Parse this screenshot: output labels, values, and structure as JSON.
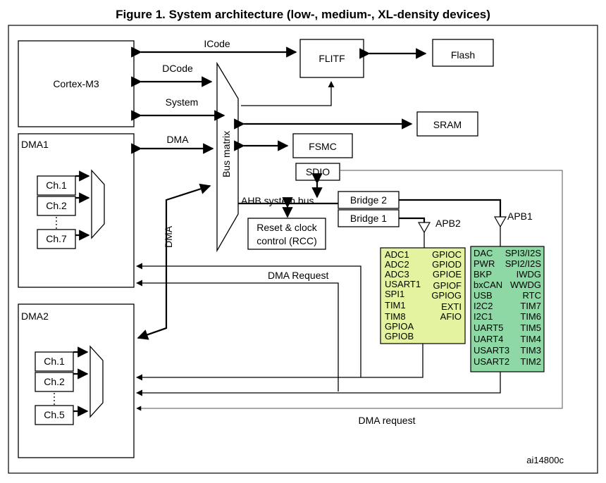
{
  "title": "Figure 1. System architecture (low-, medium-, XL-density devices)",
  "reference": "ai14800c",
  "blocks": {
    "cortex": "Cortex-M3",
    "flitf": "FLITF",
    "flash": "Flash",
    "sram": "SRAM",
    "fsmc": "FSMC",
    "sdio": "SDIO",
    "bus_matrix": "Bus matrix",
    "rcc_line1": "Reset & clock",
    "rcc_line2": "control (RCC)",
    "bridge2": "Bridge  2",
    "bridge1": "Bridge  1",
    "dma1": "DMA1",
    "dma2": "DMA2"
  },
  "buses": {
    "icode": "ICode",
    "dcode": "DCode",
    "system": "System",
    "dma": "DMA",
    "dma_vertical": "DMA",
    "ahb": "AHB system bus",
    "apb2": "APB2",
    "apb1": "APB1",
    "dma_request_upper": "DMA Request",
    "dma_request_lower": "DMA request"
  },
  "dma1_channels": [
    "Ch.1",
    "Ch.2",
    "Ch.7"
  ],
  "dma2_channels": [
    "Ch.1",
    "Ch.2",
    "Ch.5"
  ],
  "apb2_left": [
    "ADC1",
    "ADC2",
    "ADC3",
    "USART1",
    "SPI1",
    "TIM1",
    "TIM8",
    "GPIOA",
    "GPIOB"
  ],
  "apb2_right": [
    "GPIOC",
    "GPIOD",
    "GPIOE",
    "GPIOF",
    "GPIOG",
    "EXTI",
    "AFIO"
  ],
  "apb1_left": [
    "DAC",
    "PWR",
    "BKP",
    "bxCAN",
    "USB",
    "I2C2",
    "I2C1",
    "UART5",
    "UART4",
    "USART3",
    "USART2"
  ],
  "apb1_right": [
    "SPI3/I2S",
    "SPI2/I2S",
    "IWDG",
    "WWDG",
    "RTC",
    "TIM7",
    "TIM6",
    "TIM5",
    "TIM4",
    "TIM3",
    "TIM2"
  ],
  "colors": {
    "apb2_fill": "#e4f3a0",
    "apb1_fill": "#8ed8a6"
  }
}
